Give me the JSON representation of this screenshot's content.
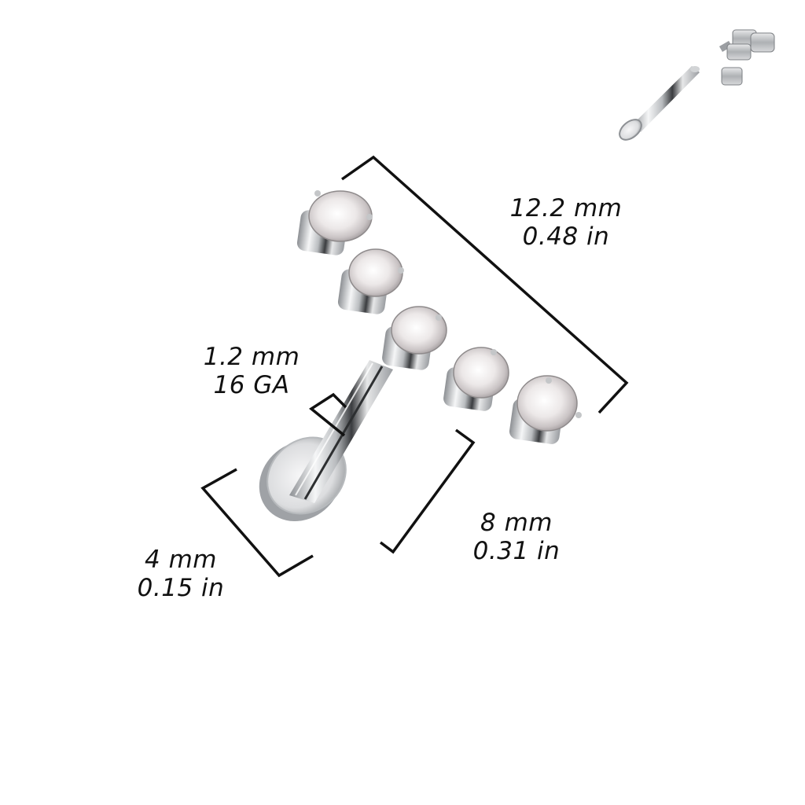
{
  "diagram": {
    "subject": "Threadless labret with five-gem curved bar top",
    "background_color": "#ffffff",
    "line_color": "#111111",
    "metal_color": "#c9cbcd",
    "gem_color": "#f4f1f1"
  },
  "dimensions": {
    "top_length": {
      "metric": "12.2 mm",
      "imperial": "0.48 in"
    },
    "gauge": {
      "metric": "1.2 mm",
      "imperial": "16 GA"
    },
    "post_length": {
      "metric": "8 mm",
      "imperial": "0.31 in"
    },
    "disc_diameter": {
      "metric": "4 mm",
      "imperial": "0.15 in"
    }
  },
  "inset": {
    "description": "Exploded view: flat-back post and threaded gem top"
  },
  "gems": {
    "count": 5
  }
}
